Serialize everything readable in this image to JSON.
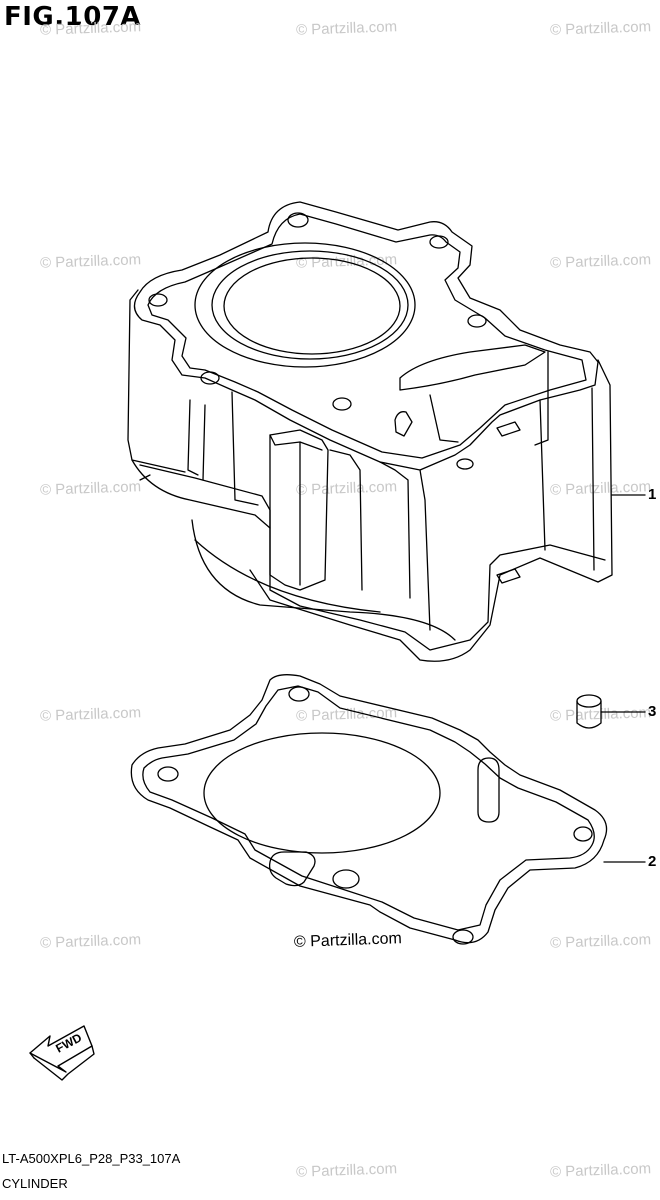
{
  "figure": {
    "title": "FIG.107A",
    "code": "LT-A500XPL6_P28_P33_107A",
    "name": "CYLINDER"
  },
  "watermark": {
    "text": "© Partzilla.com",
    "main_text": "© Partzilla.com"
  },
  "callouts": [
    {
      "label": "1",
      "part": "cylinder"
    },
    {
      "label": "2",
      "part": "cylinder-gasket"
    },
    {
      "label": "3",
      "part": "dowel-pin"
    }
  ],
  "fwd_arrow": {
    "label": "FWD"
  },
  "colors": {
    "line": "#000000",
    "watermark": "#c8c8c8",
    "background": "#ffffff"
  }
}
